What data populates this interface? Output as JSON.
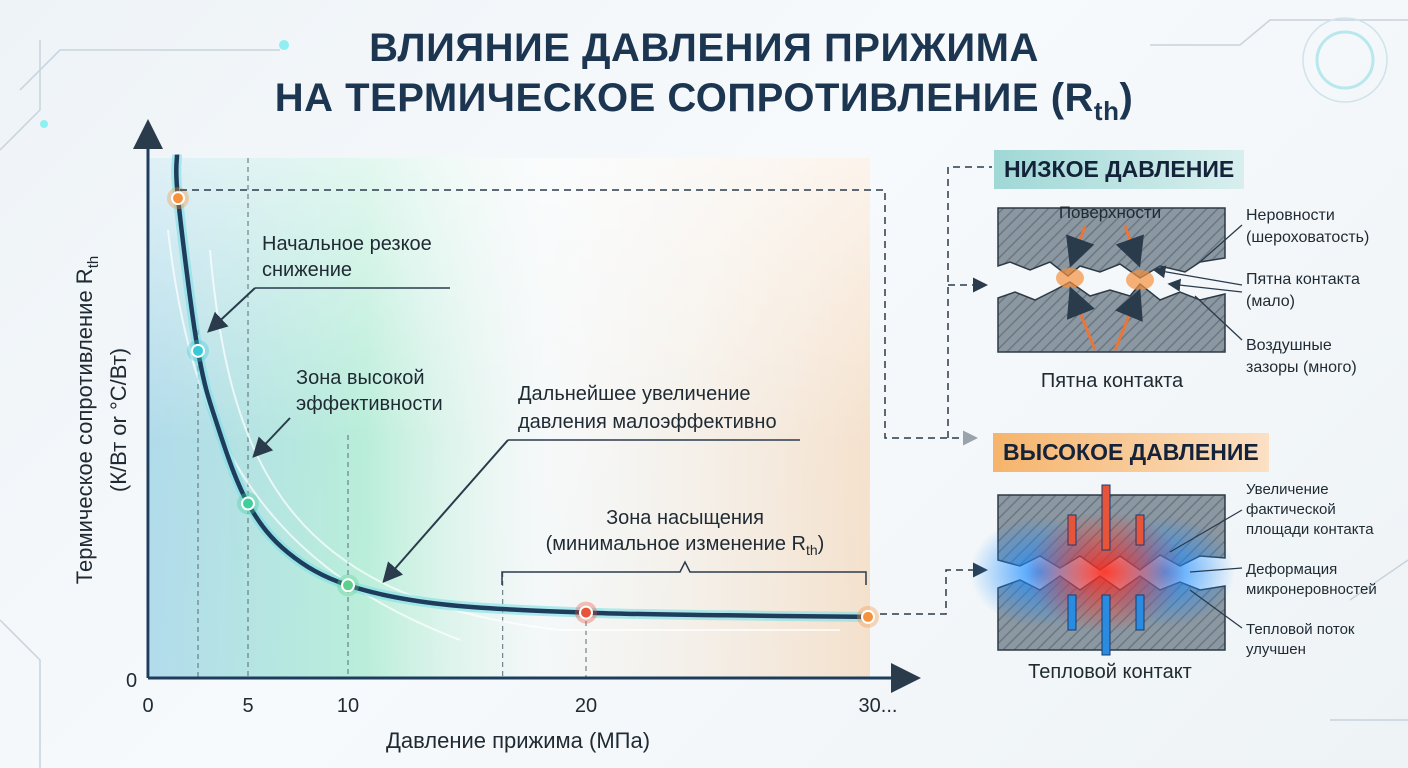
{
  "title": {
    "line1": "ВЛИЯНИЕ ДАВЛЕНИЯ ПРИЖИМА",
    "line2_main": "НА ТЕРМИЧЕСКОЕ СОПРОТИВЛЕНИЕ (R",
    "line2_sub": "th",
    "line2_end": ")"
  },
  "chart_data": {
    "type": "line",
    "title": "ВЛИЯНИЕ ДАВЛЕНИЯ ПРИЖИМА НА ТЕРМИЧЕСКОЕ СОПРОТИВЛЕНИЕ (Rth)",
    "xlabel": "Давление прижима (МПа)",
    "ylabel_line1": "Термическое сопротивление R",
    "ylabel_sub": "th",
    "ylabel_line2": "(К/Вт or °C/Вт)",
    "x_ticks": [
      "0",
      "5",
      "10",
      "20",
      "30..."
    ],
    "y_ticks": [
      "0"
    ],
    "xlim": [
      0,
      30
    ],
    "series": [
      {
        "x": [
          1.5,
          2.5,
          3.5,
          5,
          7,
          10,
          14,
          20,
          25,
          30
        ],
        "values": [
          8.8,
          6.0,
          4.6,
          3.2,
          2.3,
          1.7,
          1.35,
          1.2,
          1.15,
          1.12
        ]
      }
    ],
    "markers": [
      {
        "x": 1.5,
        "y": 8.8,
        "color": "#f5923e"
      },
      {
        "x": 2.5,
        "y": 6.0,
        "color": "#38c9d8"
      },
      {
        "x": 5,
        "y": 3.2,
        "color": "#3fcf9a"
      },
      {
        "x": 10,
        "y": 1.7,
        "color": "#5fd08b"
      },
      {
        "x": 20,
        "y": 1.2,
        "color": "#e8543a"
      },
      {
        "x": 30,
        "y": 1.12,
        "color": "#f5923e"
      }
    ],
    "annotations": {
      "a1": [
        "Начальное резкое",
        "снижение"
      ],
      "a2": [
        "Зона высокой",
        "эффективности"
      ],
      "a3": [
        "Дальнейшее увеличение",
        "давления малоэффективно"
      ],
      "a4_line1": "Зона насыщения",
      "a4_line2_main": "(минимальное изменение R",
      "a4_line2_sub": "th",
      "a4_line2_end": ")"
    }
  },
  "low_pressure": {
    "label": "НИЗКОЕ ДАВЛЕНИЕ",
    "surfaces": "Поверхности",
    "contact_spots_bottom": "Пятна контакта",
    "notes": [
      [
        "Неровности",
        "(шероховатость)"
      ],
      [
        "Пятна контакта",
        "(мало)"
      ],
      [
        "Воздушные",
        "зазоры (много)"
      ]
    ]
  },
  "high_pressure": {
    "label": "ВЫСОКОЕ ДАВЛЕНИЕ",
    "bottom": "Тепловой контакт",
    "notes": [
      [
        "Увеличение",
        "фактической",
        "площади контакта"
      ],
      [
        "Деформация",
        "микронеровностей"
      ],
      [
        "Тепловой поток",
        "улучшен"
      ]
    ]
  },
  "colors": {
    "curve": "#1e3d5c",
    "accent_teal": "#8fd3d1",
    "accent_orange": "#f5a25d",
    "heat_red": "#e8352a",
    "heat_blue": "#1f7fd6"
  }
}
